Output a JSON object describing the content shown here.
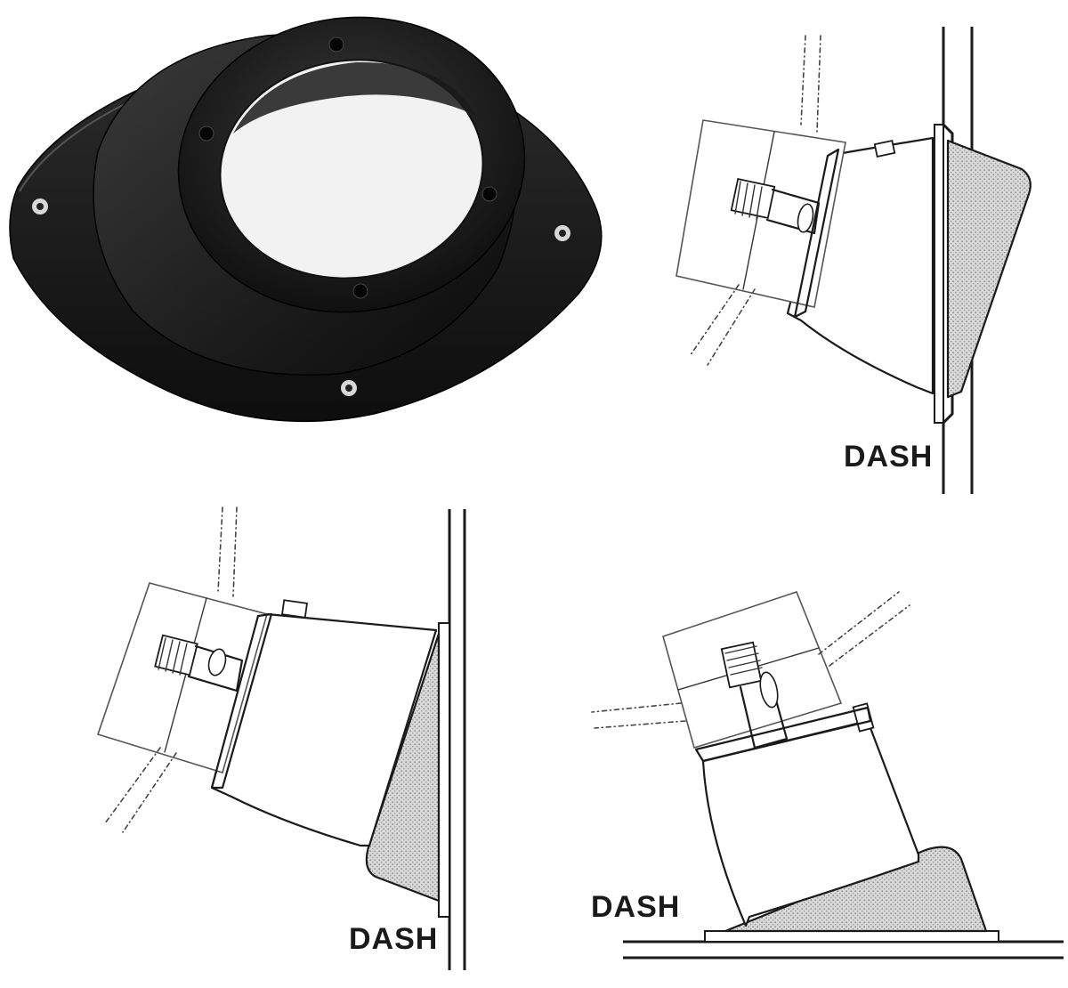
{
  "labels": {
    "dash_top_right": "DASH",
    "dash_bottom_left": "DASH",
    "dash_bottom_right": "DASH"
  },
  "colors": {
    "ink": "#1a1a1a",
    "product_black": "#161616",
    "stipple": "#cfcfcf",
    "background": "#ffffff"
  }
}
